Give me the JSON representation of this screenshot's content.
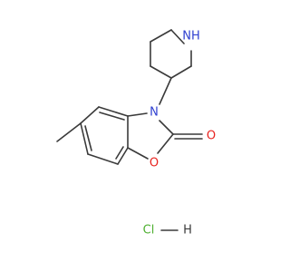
{
  "structure": {
    "atom_labels": {
      "nh": "NH",
      "n": "N",
      "o_ring": "O",
      "o_carbonyl": "O",
      "hcl": "Cl",
      "h": "H"
    }
  },
  "colors": {
    "bond": "#3a3a3a",
    "nitrogen": "#2f3fd0",
    "oxygen": "#e8231f",
    "chlorine": "#4fb032",
    "hydrogen": "#3a3a3a"
  }
}
